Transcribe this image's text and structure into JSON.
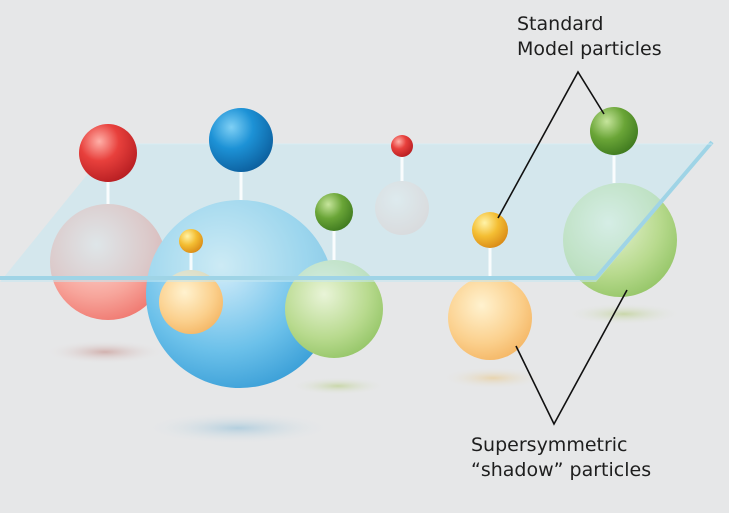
{
  "labels": {
    "standard_model": [
      "Standard",
      "Model particles"
    ],
    "shadow": [
      "Supersymmetric",
      "“shadow” particles"
    ]
  },
  "colors": {
    "background": "#e6e7e8",
    "red": "#e23a3a",
    "blue": "#1b8fd2",
    "green": "#6aa537",
    "yellow": "#f0b731",
    "plane": "#bfe4ee",
    "plane_edge": "#8fcbe0"
  },
  "particles": [
    {
      "name": "red",
      "color": "red",
      "standard_model_size": 1.0,
      "shadow_size": 1.9
    },
    {
      "name": "blue",
      "color": "blue",
      "standard_model_size": 1.1,
      "shadow_size": 2.6
    },
    {
      "name": "yellow",
      "color": "yellow",
      "standard_model_size": 0.4,
      "shadow_size": 1.05
    },
    {
      "name": "green",
      "color": "green",
      "standard_model_size": 0.65,
      "shadow_size": 1.65
    },
    {
      "name": "small-red",
      "color": "red",
      "standard_model_size": 0.35,
      "shadow_size": 0.9
    },
    {
      "name": "yellow-2",
      "color": "yellow",
      "standard_model_size": 0.62,
      "shadow_size": 1.4
    },
    {
      "name": "green-2",
      "color": "green",
      "standard_model_size": 0.8,
      "shadow_size": 1.9
    }
  ]
}
